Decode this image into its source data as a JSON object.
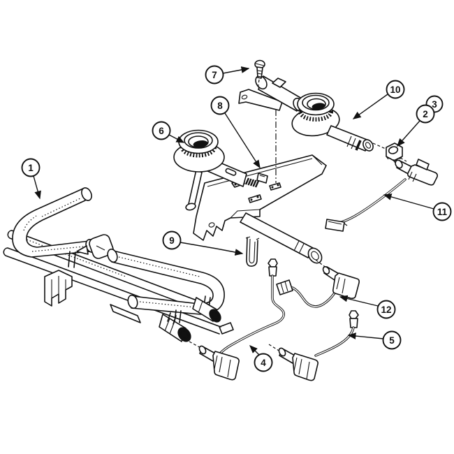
{
  "diagram": {
    "colors": {
      "background": "#ffffff",
      "line": "#111111",
      "dark_fill": "#111111"
    },
    "callouts": [
      {
        "number": "1"
      },
      {
        "number": "2"
      },
      {
        "number": "3"
      },
      {
        "number": "4"
      },
      {
        "number": "5"
      },
      {
        "number": "6"
      },
      {
        "number": "7"
      },
      {
        "number": "8"
      },
      {
        "number": "9"
      },
      {
        "number": "10"
      },
      {
        "number": "11"
      },
      {
        "number": "12"
      }
    ]
  }
}
